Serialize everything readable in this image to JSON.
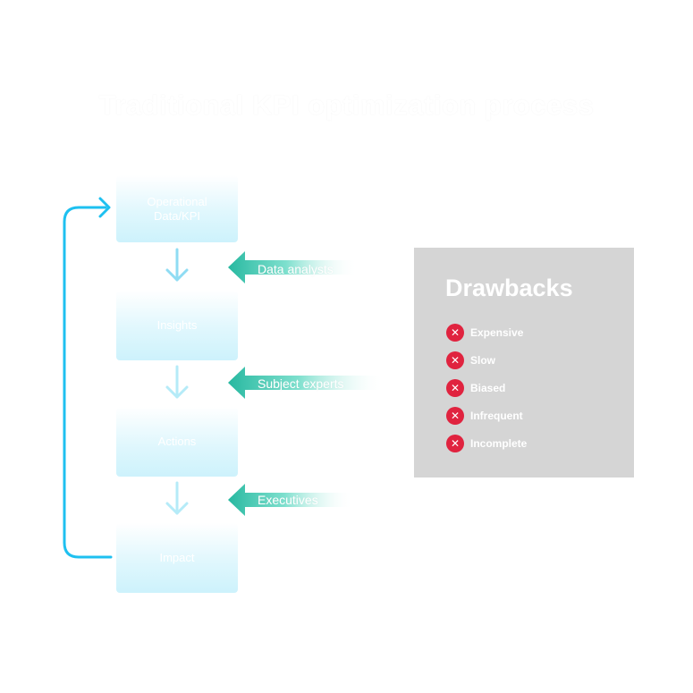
{
  "title": "Traditional KPI optimization process",
  "steps": [
    {
      "lines": [
        "Operational",
        "Data/KPI"
      ]
    },
    {
      "lines": [
        "Insights"
      ]
    },
    {
      "lines": [
        "Actions"
      ]
    },
    {
      "lines": [
        "Impact"
      ]
    }
  ],
  "inputs": [
    {
      "label": "Data analysts"
    },
    {
      "label": "Subject experts"
    },
    {
      "label": "Executives"
    }
  ],
  "drawbacks": {
    "title": "Drawbacks",
    "items": [
      "Expensive",
      "Slow",
      "Biased",
      "Infrequent",
      "Incomplete"
    ]
  },
  "colors": {
    "loop_arrow": "#1ec0f0",
    "step_arrow": "#9fe3f6",
    "input_arrow": "#3fc9b0",
    "panel": "#d5d5d5",
    "x_badge": "#e0233f"
  }
}
